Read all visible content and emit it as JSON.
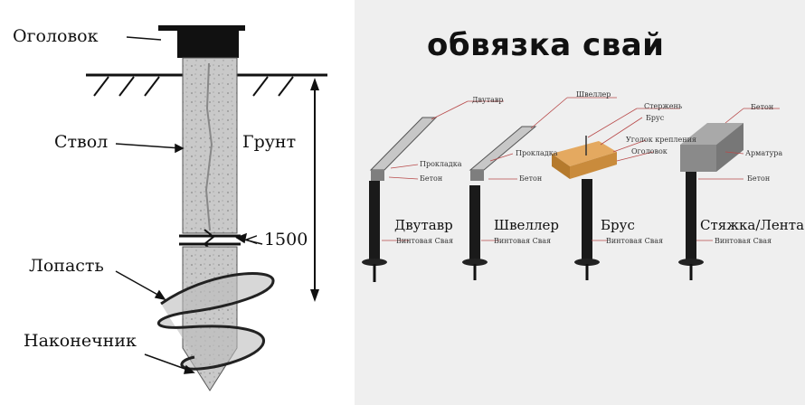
{
  "left": {
    "head_label": "Оголовок",
    "shaft_label": "Ствол",
    "soil_label": "Грунт",
    "depth_label": "< 1500",
    "blade_label": "Лопасть",
    "tip_label": "Наконечник"
  },
  "right": {
    "title": "обвязка свай",
    "piles": [
      {
        "name": "Двутавр",
        "pile": "Винтовая Свая",
        "parts": [
          "Двутавр",
          "Прокладка",
          "Бетон"
        ]
      },
      {
        "name": "Швеллер",
        "pile": "Винтовая Свая",
        "parts": [
          "Швеллер",
          "Прокладка",
          "Бетон"
        ]
      },
      {
        "name": "Брус",
        "pile": "Винтовая Свая",
        "parts": [
          "Стержень",
          "Брус",
          "Уголок крепления",
          "Оголовок"
        ]
      },
      {
        "name": "Стяжка/Лента",
        "pile": "Винтовая Свая",
        "parts": [
          "Бетон",
          "Арматура",
          "Бетон"
        ]
      }
    ]
  }
}
